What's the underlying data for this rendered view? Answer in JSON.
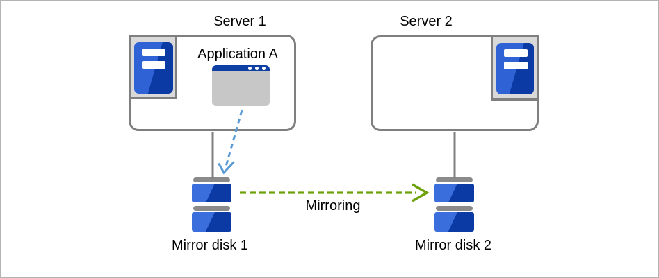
{
  "server1": {
    "title": "Server 1",
    "application_label": "Application A"
  },
  "server2": {
    "title": "Server 2"
  },
  "disks": {
    "disk1_label": "Mirror disk 1",
    "disk2_label": "Mirror disk 2"
  },
  "arrows": {
    "mirroring_label": "Mirroring"
  },
  "icons": {
    "server_tower": "server-tower-icon",
    "application_window": "app-window-icon",
    "mirror_disk": "disk-stack-icon"
  },
  "colors": {
    "tower_blue_light": "#2e62d5",
    "tower_blue_dark": "#0b3aa5",
    "disk_blue_light": "#3a6edc",
    "disk_blue_dark": "#0c3aa4",
    "window_titlebar_blue": "#0e3fa5",
    "window_body_gray": "#c7c7c7",
    "mirroring_arrow_green": "#6da10a",
    "write_arrow_blue": "#5b9bd5",
    "outline_gray": "#7f7f7f",
    "disk_cap_gray": "#8a8a8a"
  }
}
